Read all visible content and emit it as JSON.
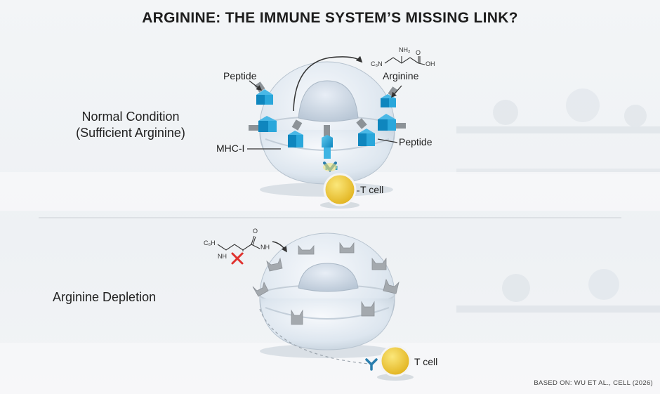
{
  "title": "ARGININE: THE IMMUNE SYSTEM’S MISSING LINK?",
  "top_panel": {
    "condition_line1": "Normal Condition",
    "condition_line2": "(Sufficient Arginine)",
    "label_peptide_left": "Peptide",
    "label_arginine": "Arginine",
    "label_mhc": "MHC-I",
    "label_peptide_right": "Peptide",
    "label_tcell": "T cell",
    "molecule": {
      "nh2": "NH₂",
      "oh": "OH",
      "o": "O",
      "r": "C₆N"
    }
  },
  "bottom_panel": {
    "condition": "Arginine Depletion",
    "label_tcell": "T cell",
    "molecule": {
      "r": "C₆H",
      "nh_left": "NH",
      "o": "O",
      "nh_right": "NH"
    }
  },
  "credit": "BASED ON: WU ET AL., CELL (2026)",
  "colors": {
    "peptide_blue": "#1aa3d6",
    "mhc_gray": "#9a9fa5",
    "tcell_yellow": "#f2c832",
    "cell": "#dfe7ef"
  }
}
